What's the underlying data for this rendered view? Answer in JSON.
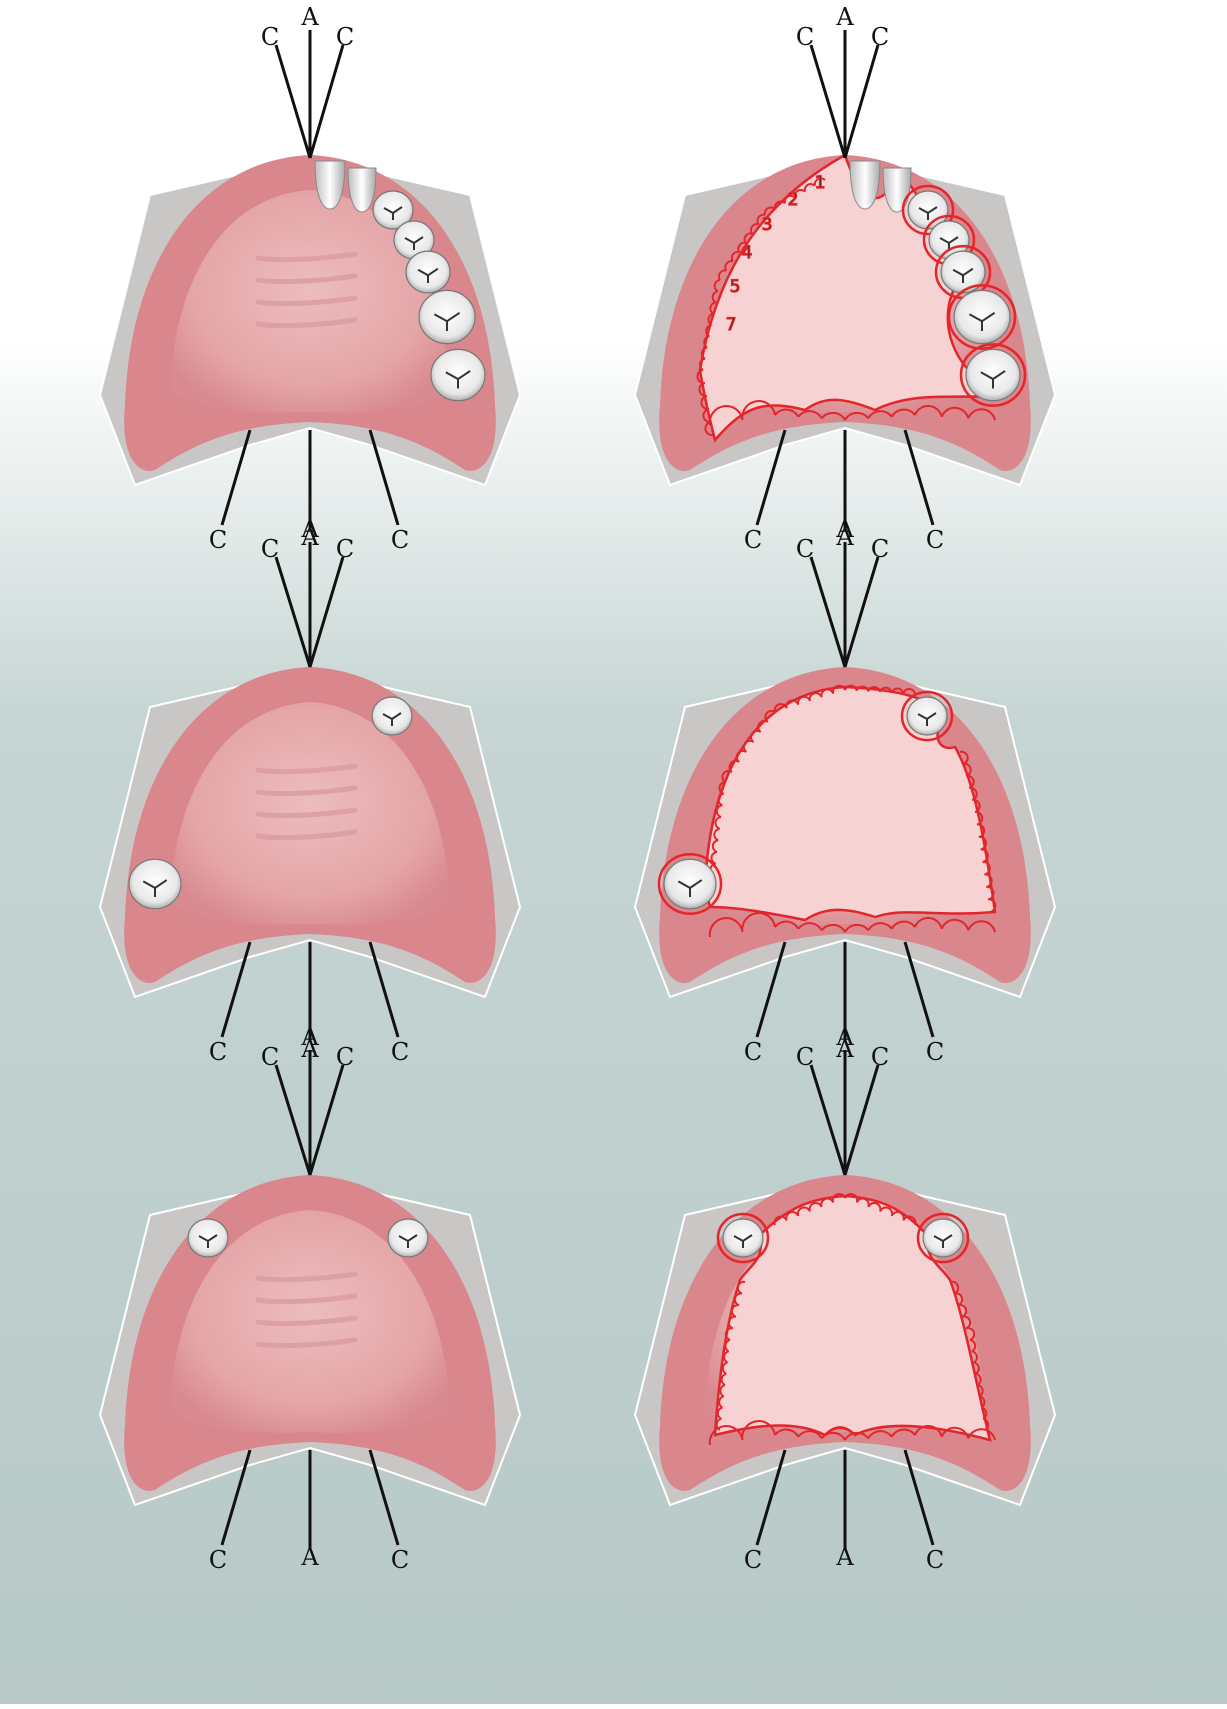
{
  "colors": {
    "background_top": "#ffffff",
    "background_bottom": "#b8cac8",
    "cast_base": "#c9c6c6",
    "cast_outline": "#ffffff",
    "gum": "#d9868c",
    "palate": "#ebb3b3",
    "denture": "#f7d2d2",
    "design_line": "#e3262b",
    "tooth": "#f3f3f3",
    "axis_line": "#111111"
  },
  "axis_labels": {
    "anterior": "A",
    "cross": "C"
  },
  "panels": [
    {
      "id": "panel-1",
      "teeth": [
        "incisor",
        "incisor",
        "canine",
        "premolar",
        "premolar",
        "molar",
        "molar"
      ],
      "has_design": false
    },
    {
      "id": "panel-2",
      "teeth": [
        "incisor",
        "incisor",
        "canine",
        "premolar",
        "premolar",
        "molar",
        "molar"
      ],
      "has_design": true,
      "tooth_numbers": [
        "1",
        "2",
        "3",
        "4",
        "5",
        "7"
      ]
    },
    {
      "id": "panel-3",
      "teeth": [
        "premolar",
        "molar"
      ],
      "has_design": false
    },
    {
      "id": "panel-4",
      "teeth": [
        "premolar",
        "molar"
      ],
      "has_design": true
    },
    {
      "id": "panel-5",
      "teeth": [
        "premolar",
        "premolar"
      ],
      "has_design": false
    },
    {
      "id": "panel-6",
      "teeth": [
        "premolar",
        "premolar"
      ],
      "has_design": true
    }
  ]
}
